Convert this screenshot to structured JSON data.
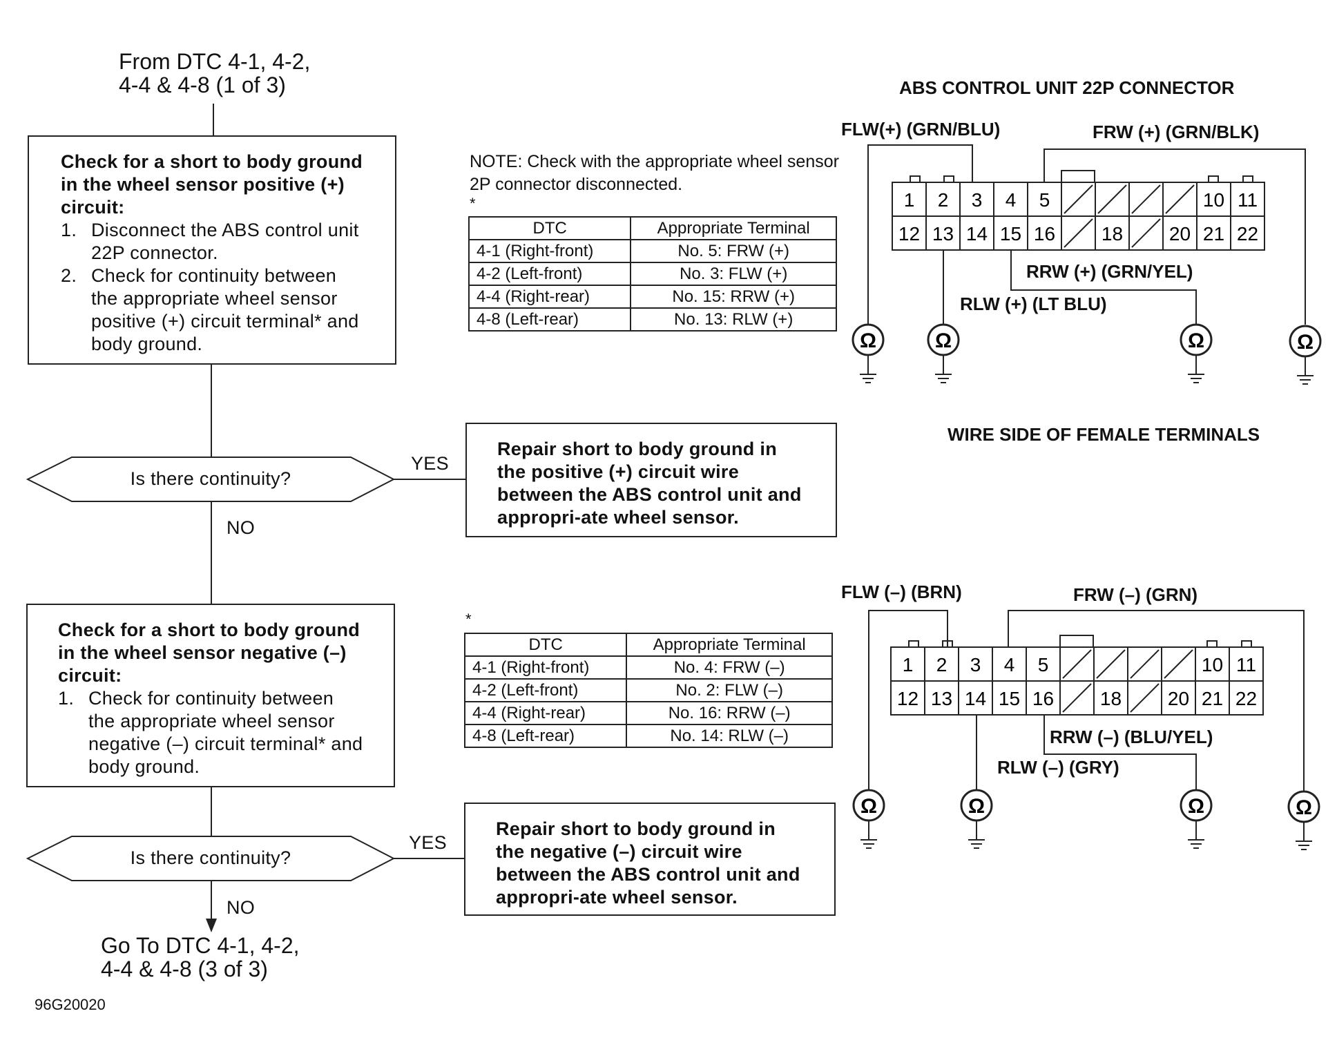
{
  "flow": {
    "start_label": [
      "From DTC 4-1, 4-2,",
      "4-4 & 4-8 (1 of 3)"
    ],
    "end_label": [
      "Go To DTC 4-1, 4-2,",
      "4-4 & 4-8 (3 of 3)"
    ],
    "figure_id": "96G20020",
    "step1": {
      "heading": "Check for a short to body ground in the wheel sensor positive (+) circuit",
      "items": [
        {
          "num": "1.",
          "text": "Disconnect the ABS control unit 22P connector."
        },
        {
          "num": "2.",
          "text": "Check for continuity between the appropriate wheel sensor positive (+) circuit terminal* and body ground."
        }
      ]
    },
    "step2": {
      "heading": "Check for a short to body ground in the wheel sensor negative (–) circuit",
      "items": [
        {
          "num": "1.",
          "text": "Check for continuity between the appropriate wheel sensor negative (–) circuit terminal* and body ground."
        }
      ]
    },
    "decision1": "Is there continuity?",
    "decision2": "Is there continuity?",
    "yes": "YES",
    "no": "NO",
    "repair1": "Repair short to body ground in the positive (+) circuit wire between the ABS control unit and appropri-ate wheel sensor.",
    "repair2": "Repair short to body ground in the negative (–) circuit wire between the ABS control unit and appropri-ate wheel sensor."
  },
  "note": {
    "text": "NOTE:  Check with the appropriate wheel sensor 2P connector disconnected.",
    "asterisk": "*"
  },
  "table_positive": {
    "headers": [
      "DTC",
      "Appropriate Terminal"
    ],
    "rows": [
      [
        "4-1 (Right-front)",
        "No. 5:   FRW (+)"
      ],
      [
        "4-2 (Left-front)",
        "No. 3:   FLW (+)"
      ],
      [
        "4-4 (Right-rear)",
        "No. 15: RRW (+)"
      ],
      [
        "4-8 (Left-rear)",
        "No. 13: RLW (+)"
      ]
    ]
  },
  "table_negative": {
    "headers": [
      "DTC",
      "Appropriate Terminal"
    ],
    "rows": [
      [
        "4-1 (Right-front)",
        "No. 4:   FRW (–)"
      ],
      [
        "4-2 (Left-front)",
        "No. 2:   FLW (–)"
      ],
      [
        "4-4 (Right-rear)",
        "No. 16: RRW (–)"
      ],
      [
        "4-8 (Left-rear)",
        "No. 14: RLW (–)"
      ]
    ]
  },
  "connector": {
    "title": "ABS CONTROL UNIT 22P CONNECTOR",
    "subtitle": "WIRE SIDE OF FEMALE TERMINALS",
    "top_row": [
      "1",
      "2",
      "3",
      "4",
      "5",
      "",
      "",
      "",
      "",
      "10",
      "11"
    ],
    "bottom_row": [
      "12",
      "13",
      "14",
      "15",
      "16",
      "",
      "18",
      "",
      "20",
      "21",
      "22"
    ],
    "ohm_symbol": "Ω",
    "positive_wires": {
      "flw": "FLW(+) (GRN/BLU)",
      "frw": "FRW (+) (GRN/BLK)",
      "rrw": "RRW (+) (GRN/YEL)",
      "rlw": "RLW (+) (LT BLU)"
    },
    "negative_wires": {
      "flw": "FLW (–) (BRN)",
      "frw": "FRW (–) (GRN)",
      "rrw": "RRW (–) (BLU/YEL)",
      "rlw": "RLW (–) (GRY)"
    }
  }
}
